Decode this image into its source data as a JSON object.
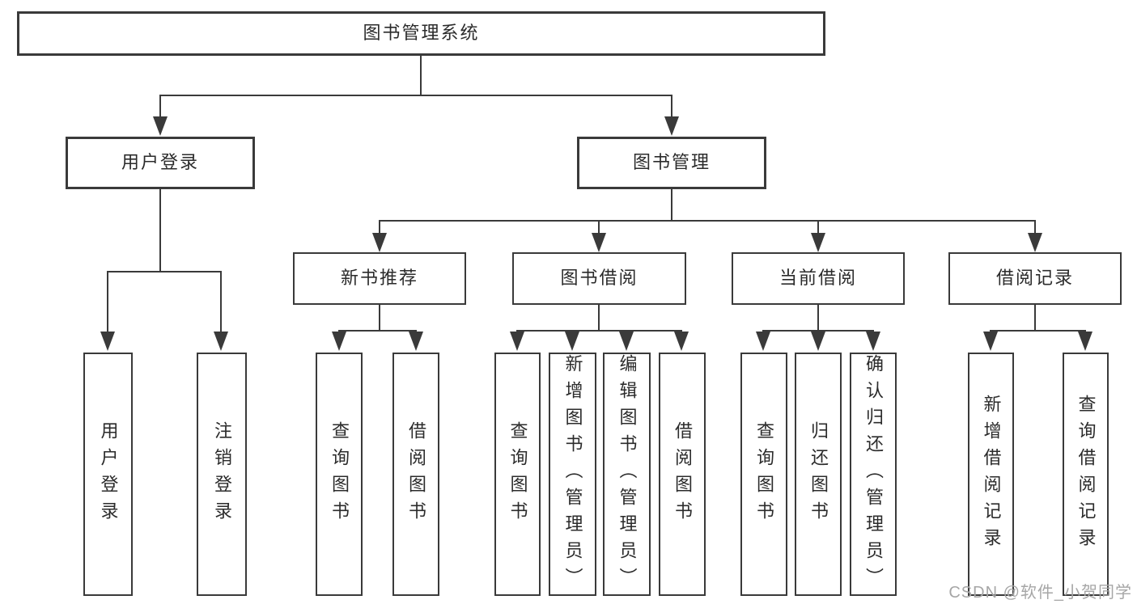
{
  "colors": {
    "line": "#3a3a3a",
    "box_border": "#3a3a3a",
    "box_fill": "#ffffff",
    "text": "#2b2b2b",
    "background": "#ffffff",
    "watermark": "#a6a6a6"
  },
  "watermark": {
    "text": "CSDN @软件_小贺同学"
  },
  "tree": {
    "label": "图书管理系统",
    "children": [
      {
        "label": "用户登录",
        "children": [
          {
            "label": "用户登录"
          },
          {
            "label": "注销登录"
          }
        ]
      },
      {
        "label": "图书管理",
        "children": [
          {
            "label": "新书推荐",
            "children": [
              {
                "label": "查询图书"
              },
              {
                "label": "借阅图书"
              }
            ]
          },
          {
            "label": "图书借阅",
            "children": [
              {
                "label": "查询图书"
              },
              {
                "label": "新增图书（管理员）"
              },
              {
                "label": "编辑图书（管理员）"
              },
              {
                "label": "借阅图书"
              }
            ]
          },
          {
            "label": "当前借阅",
            "children": [
              {
                "label": "查询图书"
              },
              {
                "label": "归还图书"
              },
              {
                "label": "确认归还（管理员）"
              }
            ]
          },
          {
            "label": "借阅记录",
            "children": [
              {
                "label": "新增借阅记录"
              },
              {
                "label": "查询借阅记录"
              }
            ]
          }
        ]
      }
    ]
  }
}
